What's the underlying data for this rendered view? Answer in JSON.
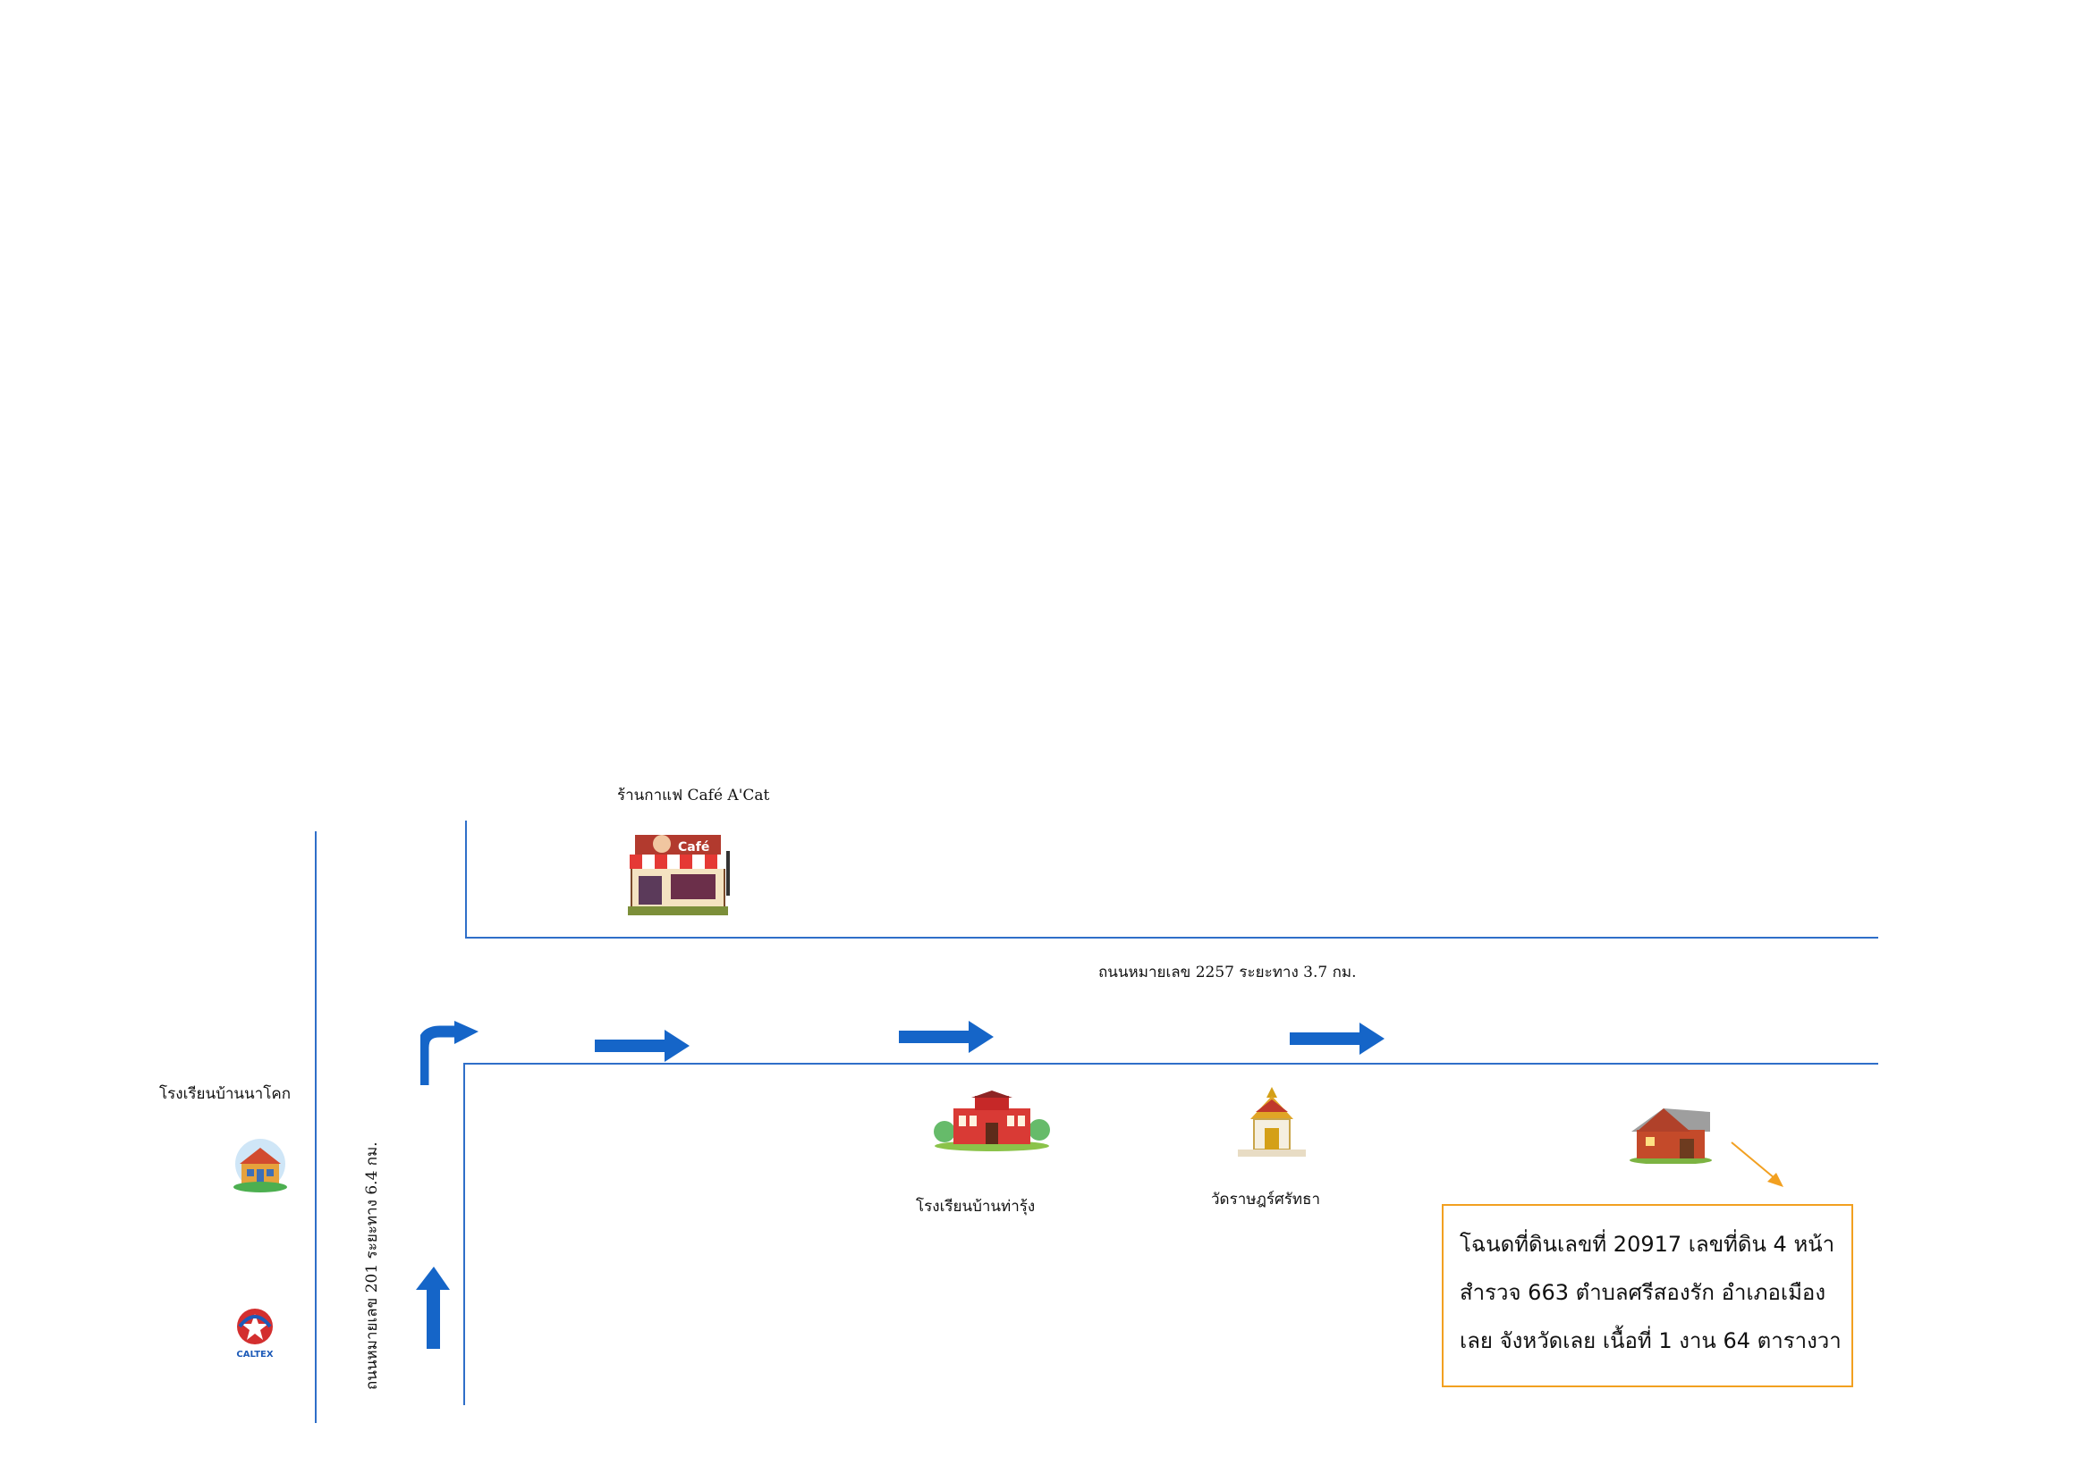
{
  "labels": {
    "cafe": "ร้านกาแฟ Café A'Cat",
    "school_nakok": "โรงเรียนบ้านนาโคก",
    "school_tharung": "โรงเรียนบ้านท่ารุ้ง",
    "temple": "วัดราษฎร์ศรัทธา",
    "road_2257": "ถนนหมายเลข 2257 ระยะทาง 3.7 กม.",
    "road_201": "ถนนหมายเลข 201 ระยะทาง 6.4 กม."
  },
  "info_box": {
    "line1": "โฉนดที่ดินเลขที่ 20917 เลขที่ดิน 4 หน้า",
    "line2": "สำรวจ 663 ตำบลศรีสองรัก อำเภอเมือง",
    "line3": "เลย จังหวัดเลย  เนื้อที่ 1 งาน 64 ตารางวา"
  },
  "icons": {
    "cafe": "cafe-shop-icon",
    "school_nakok": "school-icon",
    "school_tharung": "school-building-icon",
    "temple": "temple-icon",
    "house": "house-icon",
    "gas_station": "gas-station-icon",
    "gas_brand_text": "CALTEX"
  },
  "colors": {
    "road": "#2f6fc9",
    "arrow": "#1565c8",
    "info_border": "#f2a020"
  }
}
